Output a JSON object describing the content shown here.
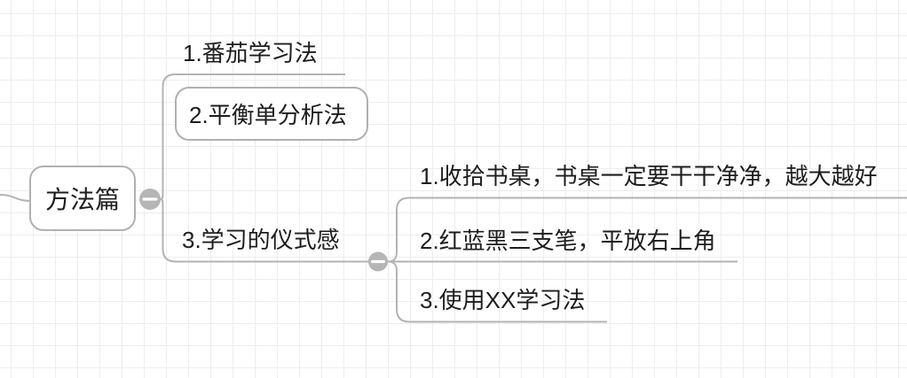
{
  "canvas": {
    "background_color": "#ffffff",
    "grid_line_color": "#ededed"
  },
  "colors": {
    "connector": "#b3b3b3",
    "node_border": "#b0b0b0",
    "node_background": "#ffffff",
    "text": "#1d1d1f",
    "collapse_button_fill": "#b5b5b5",
    "collapse_button_glyph": "#ffffff"
  },
  "mindmap": {
    "root": {
      "label": "方法篇"
    },
    "children": [
      {
        "label": "1.番茄学习法"
      },
      {
        "label": "2.平衡单分析法"
      },
      {
        "label": "3.学习的仪式感",
        "children": [
          {
            "label": "1.收拾书桌，书桌一定要干干净净，越大越好"
          },
          {
            "label": "2.红蓝黑三支笔，平放右上角"
          },
          {
            "label": "3.使用XX学习法"
          }
        ]
      }
    ],
    "collapse_buttons": [
      {
        "icon": "minus"
      },
      {
        "icon": "minus"
      }
    ]
  }
}
